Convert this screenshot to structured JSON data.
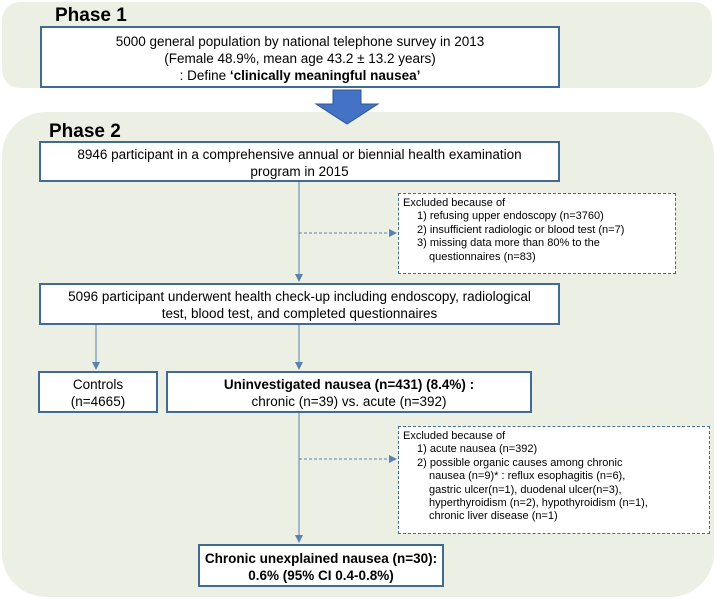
{
  "phase1": {
    "title": "Phase 1",
    "line1": "5000 general population by national telephone survey in 2013",
    "line2": "(Female 48.9%, mean age 43.2 ± 13.2 years)",
    "line3_prefix": ": Define ",
    "line3_bold": "‘clinically meaningful nausea’"
  },
  "phase2": {
    "title": "Phase 2",
    "box_participants": {
      "line1": "8946 participant in a comprehensive annual or biennial health examination",
      "line2": "program in 2015"
    },
    "excluded1": {
      "heading": "Excluded because of",
      "items": [
        "1) refusing upper endoscopy (n=3760)",
        "2) insufficient radiologic or blood test (n=7)",
        "3) missing data more than 80% to the",
        "questionnaires (n=83)"
      ]
    },
    "box_checkup": {
      "line1": "5096 participant underwent health check-up including endoscopy, radiological",
      "line2": "test, blood test, and completed questionnaires"
    },
    "box_controls": {
      "line1": "Controls",
      "line2": "(n=4665)"
    },
    "box_uninvestigated": {
      "line1": "Uninvestigated  nausea (n=431) (8.4%) :",
      "line2": "chronic (n=39) vs. acute (n=392)"
    },
    "excluded2": {
      "heading": "Excluded because of",
      "items": [
        "1) acute nausea (n=392)",
        "2) possible organic causes among chronic",
        "nausea (n=9)* : reflux esophagitis (n=6),",
        "gastric ulcer(n=1), duodenal ulcer(n=3),",
        "hyperthyroidism (n=2),  hypothyroidism  (n=1),",
        "chronic liver disease (n=1)"
      ]
    },
    "box_final": {
      "line1": "Chronic unexplained nausea (n=30):",
      "line2": "0.6% (95% CI 0.4-0.8%)"
    }
  },
  "colors": {
    "panel": "#ecefe3",
    "border": "#3f6b94",
    "arrow": "#4472c4"
  }
}
